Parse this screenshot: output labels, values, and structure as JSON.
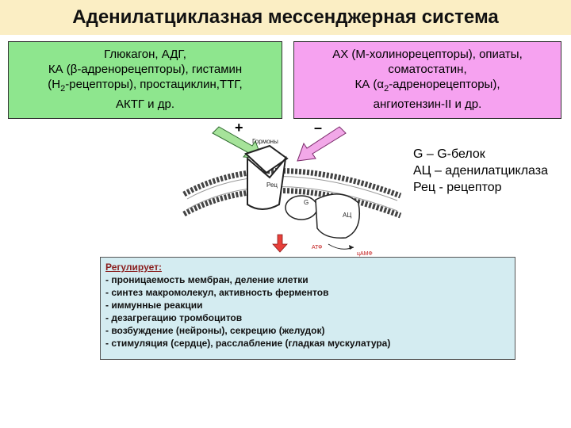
{
  "title": "Аденилатциклазная мессенджерная система",
  "activators": {
    "line1": "Глюкагон, АДГ,",
    "line2": "КА (β-адренорецепторы), гистамин",
    "line3_pre": "(Н",
    "line3_sub": "2",
    "line3_post": "-рецепторы), простациклин,ТТГ,",
    "line4": "АКТГ и др."
  },
  "inhibitors": {
    "line1": "АХ (М-холинорецепторы), опиаты,",
    "line2": "соматостатин,",
    "line3_pre": "КА (α",
    "line3_sub": "2",
    "line3_post": "-адренорецепторы),",
    "line4": "ангиотензин-II и др."
  },
  "plus_sign": "+",
  "minus_sign": "–",
  "legend": [
    "G – G-белок",
    "АЦ – аденилатциклаза",
    "Рец - рецептор"
  ],
  "diagram_labels": {
    "hormones": "Гормоны",
    "receptor": "Рец",
    "g_protein": "G",
    "ac": "АЦ",
    "atp": "АТФ",
    "camp": "цАМФ"
  },
  "regulates": {
    "title": "Регулирует:",
    "items": [
      "- проницаемость мембран, деление клетки",
      "- синтез макромолекул, активность ферментов",
      "- иммунные реакции",
      "- дезагрегацию тромбоцитов",
      "- возбуждение (нейроны), секрецию (желудок)",
      "- стимуляция (сердце), расслабление (гладкая мускулатура)"
    ]
  },
  "colors": {
    "activator_box": "#8ee68e",
    "inhibitor_box": "#f6a2f0",
    "title_bar": "#fbeec4",
    "regulates_box": "#d4ecf1",
    "down_arrow": "#e8403a"
  }
}
